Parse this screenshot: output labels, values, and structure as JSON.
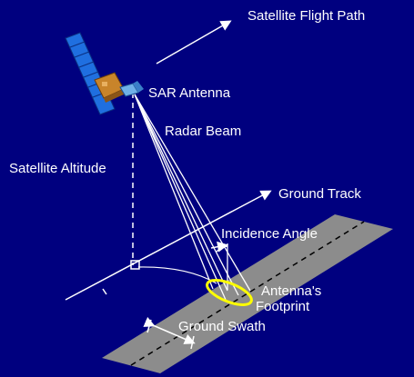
{
  "labels": {
    "flight_path": "Satellite Flight Path",
    "sar_antenna": "SAR Antenna",
    "radar_beam": "Radar Beam",
    "altitude": "Satellite Altitude",
    "ground_track": "Ground Track",
    "incidence_angle": "Incidence Angle",
    "footprint_line1": "Antenna's",
    "footprint_line2": "Footprint",
    "ground_swath": "Ground Swath"
  },
  "colors": {
    "background": "#00007f",
    "ground_strip": "#8c8c8c",
    "lines": "#ffffff",
    "footprint": "#ffff00",
    "solar_panel": "#1f6fe0",
    "satellite_body": "#c8842a"
  }
}
